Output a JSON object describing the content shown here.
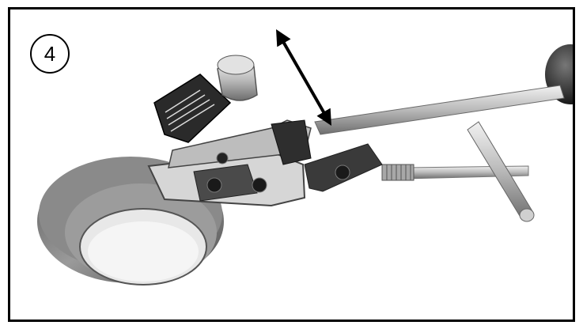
{
  "figure": {
    "step_number": "4",
    "photo_subject": "pipe-cutter-tool-with-ring",
    "direction_indicator": "double-headed-arrow",
    "colors": {
      "frame": "#000000",
      "background": "#ffffff",
      "metal": "#b9b9b9",
      "dark_metal": "#3a3a3a"
    }
  }
}
